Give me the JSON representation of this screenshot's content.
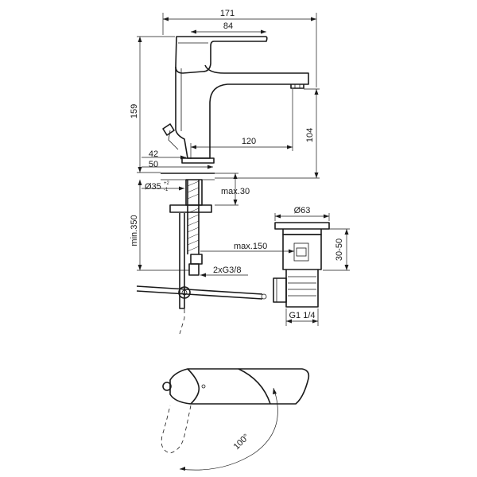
{
  "dimensions": {
    "total_width": "171",
    "lever_width": "84",
    "total_height": "159",
    "spout_height": "104",
    "spout_reach": "120",
    "base_42": "42",
    "base_50": "50",
    "hole_diameter": "Ø35",
    "hole_tol_plus": "+2",
    "hole_tol_minus": "-1",
    "deck_thickness": "max.30",
    "hose_length": "min.350",
    "pull_rod": "max.150",
    "connection": "2xG3/8",
    "waste_diameter": "Ø63",
    "waste_height": "30-50",
    "waste_thread": "G1 1/4",
    "rotation_angle": "100°"
  }
}
